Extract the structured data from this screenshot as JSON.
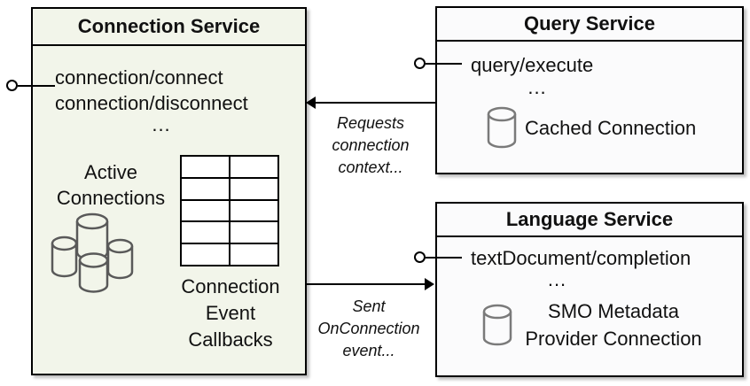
{
  "colors": {
    "connection_box_fill": "#f2f5ea",
    "service_box_fill": "#fbfbfc",
    "box_border": "#000000",
    "cluster_icon_stroke": "#595959",
    "database_icon_stroke": "#7a7a7a",
    "text": "#111111"
  },
  "connection_service": {
    "title": "Connection Service",
    "method_1": "connection/connect",
    "method_2": "connection/disconnect",
    "ellipsis": "...",
    "active_connections_label": "Active Connections",
    "callbacks_label": "Connection Event Callbacks"
  },
  "query_service": {
    "title": "Query Service",
    "method_1": "query/execute",
    "ellipsis": "...",
    "connection_label": "Cached Connection"
  },
  "language_service": {
    "title": "Language Service",
    "method_1": "textDocument/completion",
    "ellipsis": "...",
    "connection_label": "SMO Metadata Provider Connection"
  },
  "arrows": {
    "requests_label": "Requests connection context...",
    "sent_label": "Sent OnConnection event..."
  }
}
